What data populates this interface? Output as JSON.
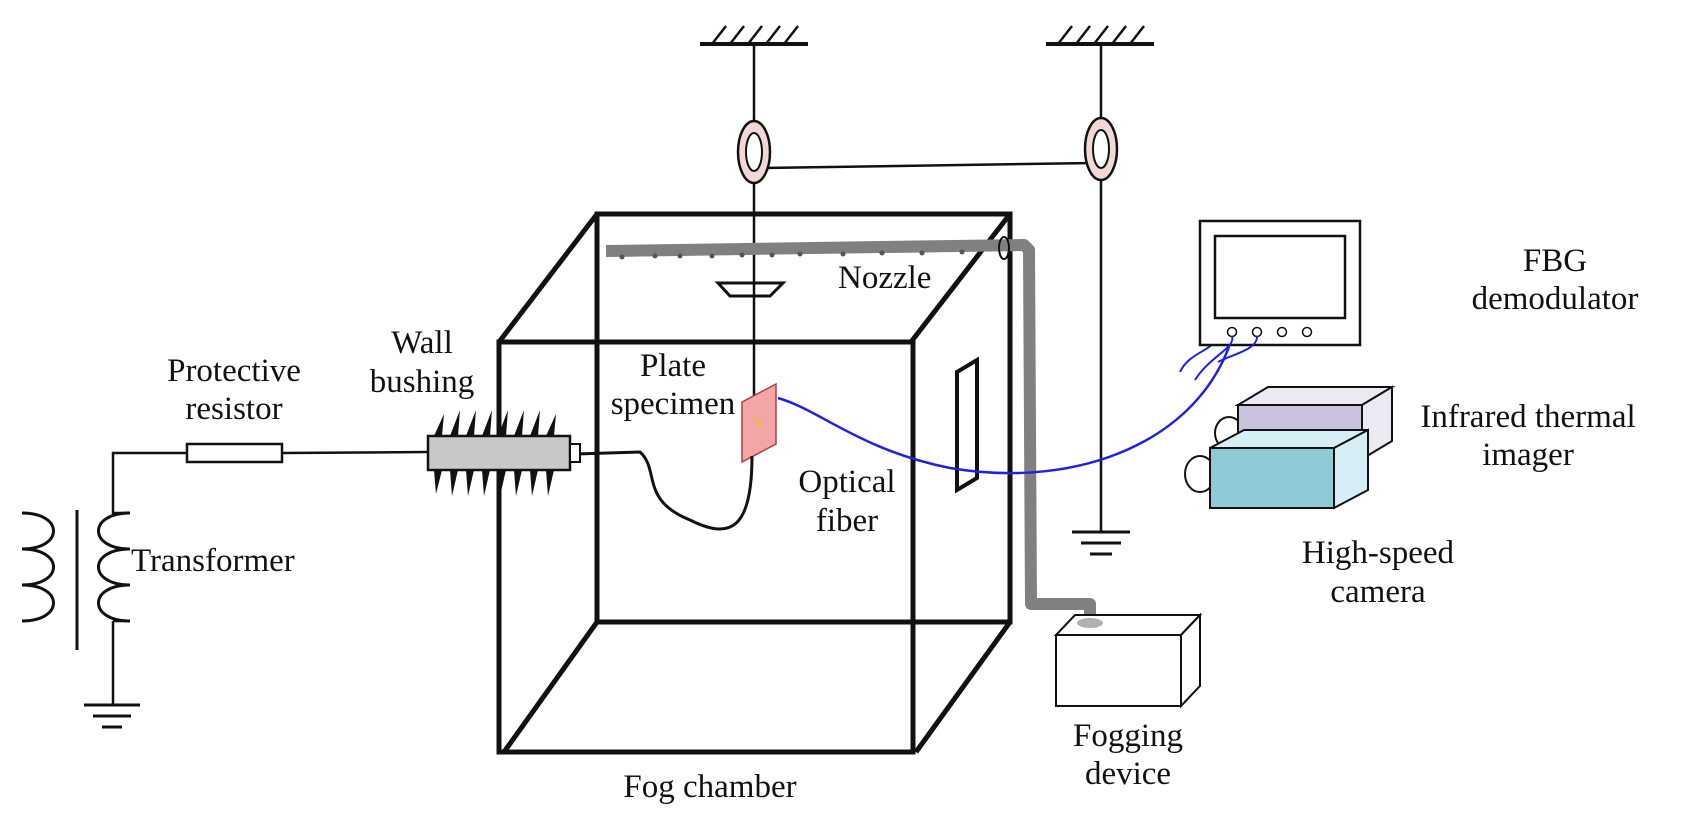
{
  "labels": {
    "protective_resistor": [
      "Protective",
      "resistor"
    ],
    "wall_bushing": [
      "Wall",
      "bushing"
    ],
    "transformer": "Transformer",
    "plate_specimen": [
      "Plate",
      "specimen"
    ],
    "nozzle": "Nozzle",
    "optical_fiber": [
      "Optical",
      "fiber"
    ],
    "fbg_demodulator": [
      "FBG",
      "demodulator"
    ],
    "infrared_thermal_imager": [
      "Infrared thermal",
      "imager"
    ],
    "high_speed_camera": [
      "High-speed",
      "camera"
    ],
    "fogging_device": [
      "Fogging",
      "device"
    ],
    "fog_chamber": "Fog chamber"
  },
  "icons": {
    "sensor": "lightning-icon"
  },
  "colors": {
    "outline": "#111111",
    "fiber": "#1e22e0",
    "pipe": "#808080",
    "bushing": "#c8c8c8",
    "plate": "#f4a6a6",
    "ring": "#f0d8d6",
    "camera_body": "#8fcbd7",
    "camera_side": "#d6eef5",
    "imager_body": "#cbc3dc",
    "imager_side": "#ece9f2",
    "sensor_spark": "#e8c020"
  }
}
